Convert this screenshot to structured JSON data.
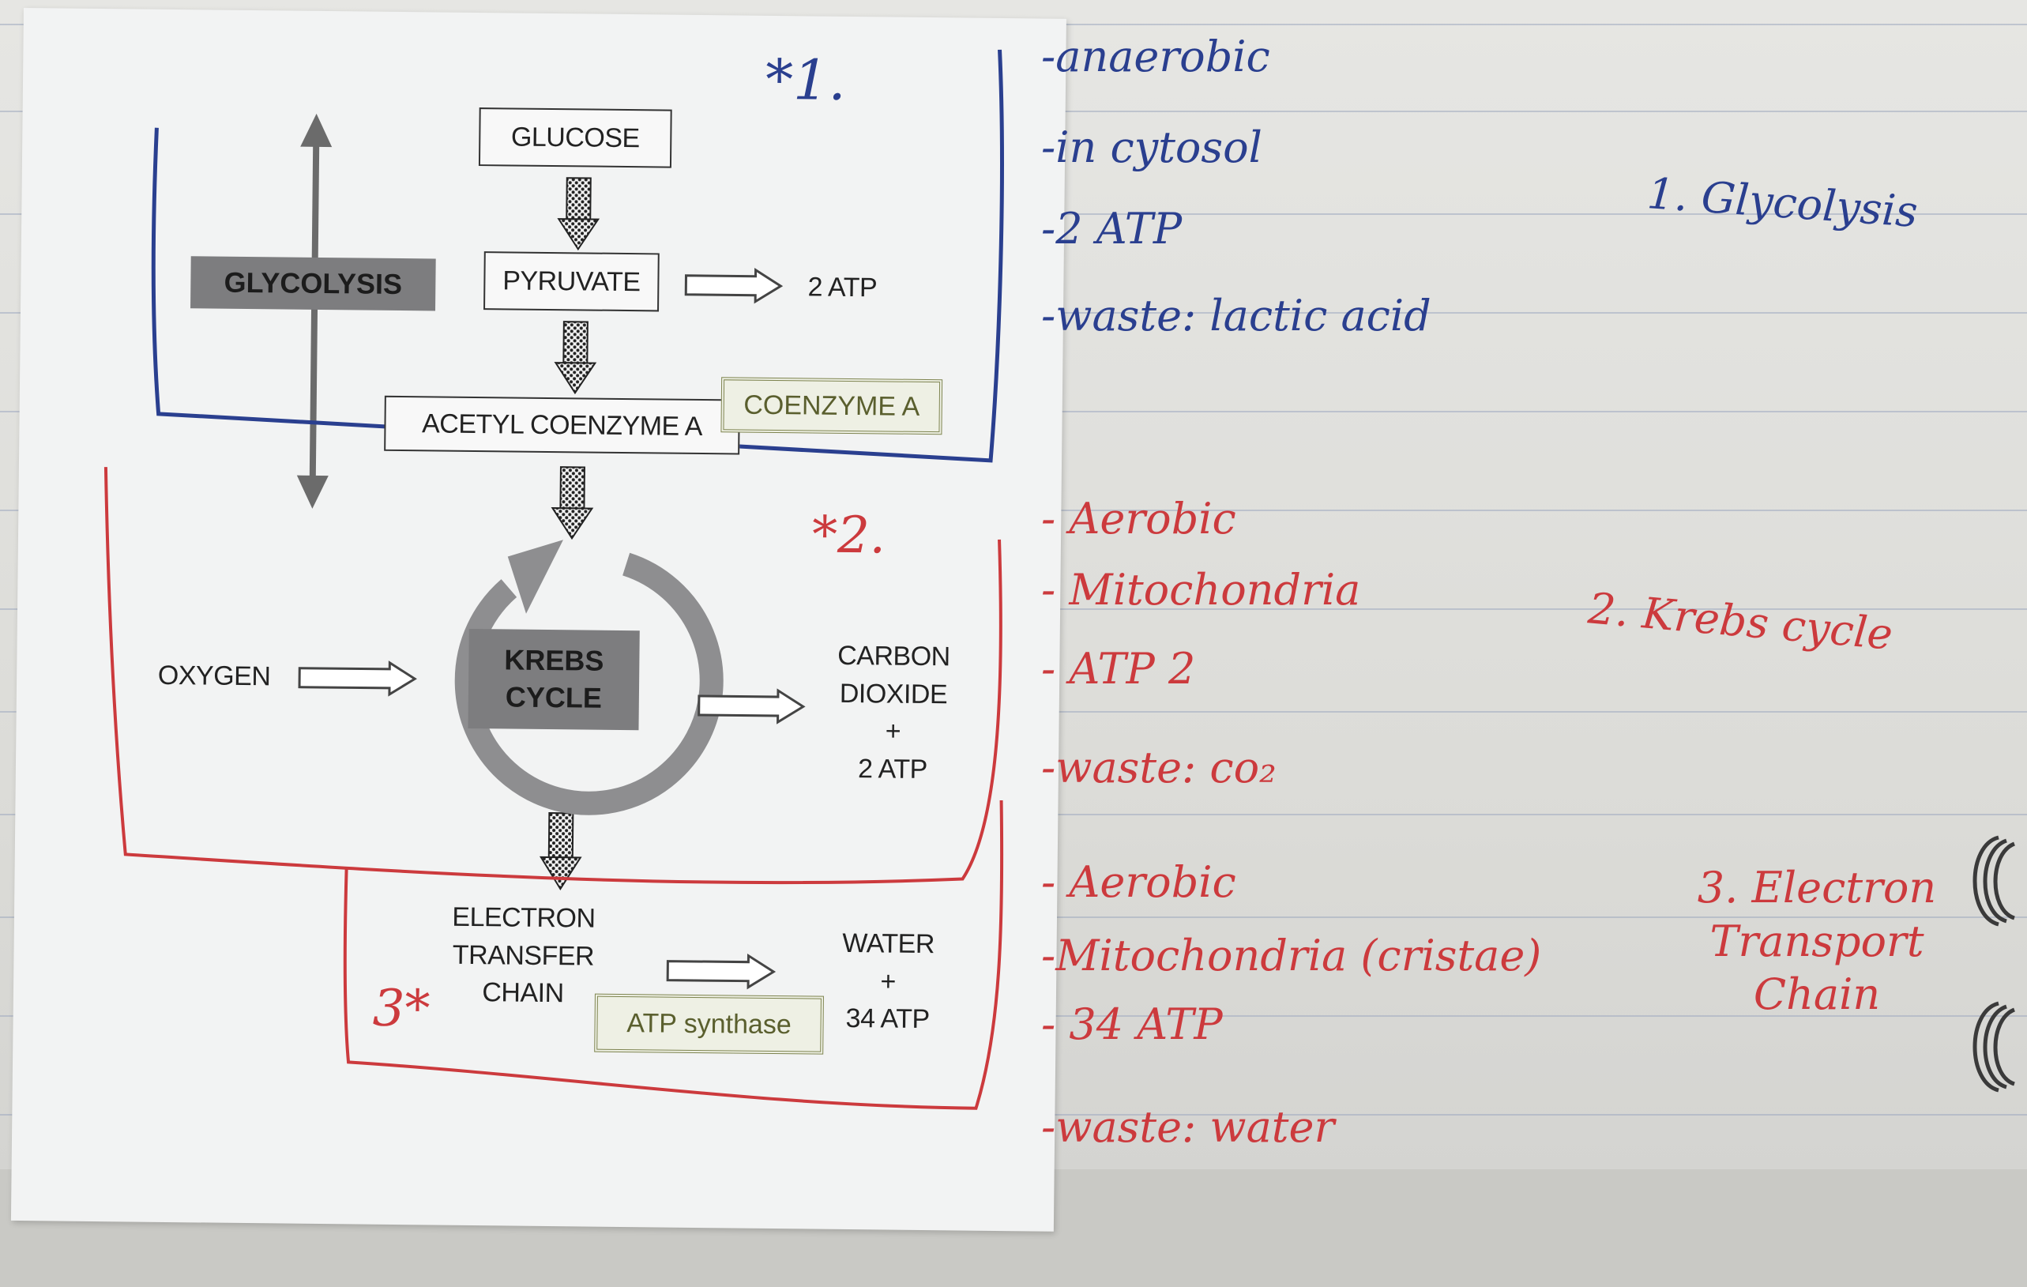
{
  "diagram": {
    "nodes": {
      "glucose": "GLUCOSE",
      "pyruvate": "PYRUVATE",
      "pyruvate_output": "2 ATP",
      "acetyl_coa": "ACETYL COENZYME A",
      "coenzyme_a": "COENZYME A",
      "glycolysis": "GLYCOLYSIS",
      "krebs_line1": "KREBS",
      "krebs_line2": "CYCLE",
      "oxygen": "OXYGEN",
      "krebs_out_line1": "CARBON",
      "krebs_out_line2": "DIOXIDE",
      "krebs_out_line3": "+",
      "krebs_out_line4": "2 ATP",
      "etc_line1": "ELECTRON",
      "etc_line2": "TRANSFER",
      "etc_line3": "CHAIN",
      "atp_synthase": "ATP synthase",
      "etc_out_line1": "WATER",
      "etc_out_line2": "+",
      "etc_out_line3": "34 ATP"
    },
    "colors": {
      "stage1": "#2a3f8f",
      "stage2": "#cc3a3d",
      "stage3": "#cc3a3d"
    }
  },
  "annotations": {
    "stage1_marker": "*1.",
    "stage1_notes": [
      "-anaerobic",
      "-in cytosol",
      "-2 ATP",
      "-waste: lactic acid"
    ],
    "stage1_title": "1. Glycolysis",
    "stage2_marker": "*2.",
    "stage2_notes": [
      "- Aerobic",
      "- Mitochondria",
      "- ATP 2",
      "-waste: co₂"
    ],
    "stage2_title": "2. Krebs cycle",
    "stage3_marker": "3*",
    "stage3_notes": [
      "- Aerobic",
      "-Mitochondria (cristae)",
      "- 34 ATP",
      "-waste: water"
    ],
    "stage3_title_line1": "3. Electron",
    "stage3_title_line2": "Transport",
    "stage3_title_line3": "Chain"
  }
}
